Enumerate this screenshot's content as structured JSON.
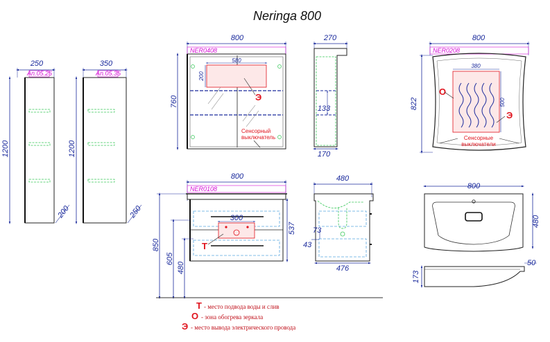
{
  "title": "Neringa 800",
  "columns": {
    "col250": {
      "width": "250",
      "code": "An.05.25",
      "height": "1200",
      "depth": "200"
    },
    "col350": {
      "width": "350",
      "code": "An.05.35",
      "height": "1200",
      "depth": "250"
    }
  },
  "mirror": {
    "code": "NER0408",
    "width": "800",
    "height": "760",
    "heater_width": "580",
    "heater_height": "200",
    "depth_top": "270",
    "depth_bottom": "170",
    "shelf_height": "133",
    "heater_mark": "Э",
    "switch_label_line1": "Сенсорный",
    "switch_label_line2": "выключатель"
  },
  "mirror_heated": {
    "code": "NER0208",
    "width": "800",
    "height": "822",
    "heater_width": "380",
    "heater_height": "500",
    "heater_mark": "О",
    "outlet_mark": "Э",
    "switch_label_line1": "Сенсорные",
    "switch_label_line2": "выключатели"
  },
  "vanity": {
    "code": "NER0108",
    "width": "800",
    "height": "537",
    "total_height": "850",
    "mid_height": "605",
    "low_height": "480",
    "supply_width": "300",
    "supply_mark": "Т",
    "depth": "480",
    "inner_depth": "476",
    "side_73": "73",
    "side_43": "43"
  },
  "basin": {
    "width": "800",
    "depth": "480",
    "height": "173",
    "rim": "50"
  },
  "legend": [
    {
      "mark": "Т",
      "text": "- место подвода воды и слив"
    },
    {
      "mark": "О",
      "text": "- зона обогрева зеркала"
    },
    {
      "mark": "Э",
      "text": "- место вывода электрического провода"
    }
  ]
}
